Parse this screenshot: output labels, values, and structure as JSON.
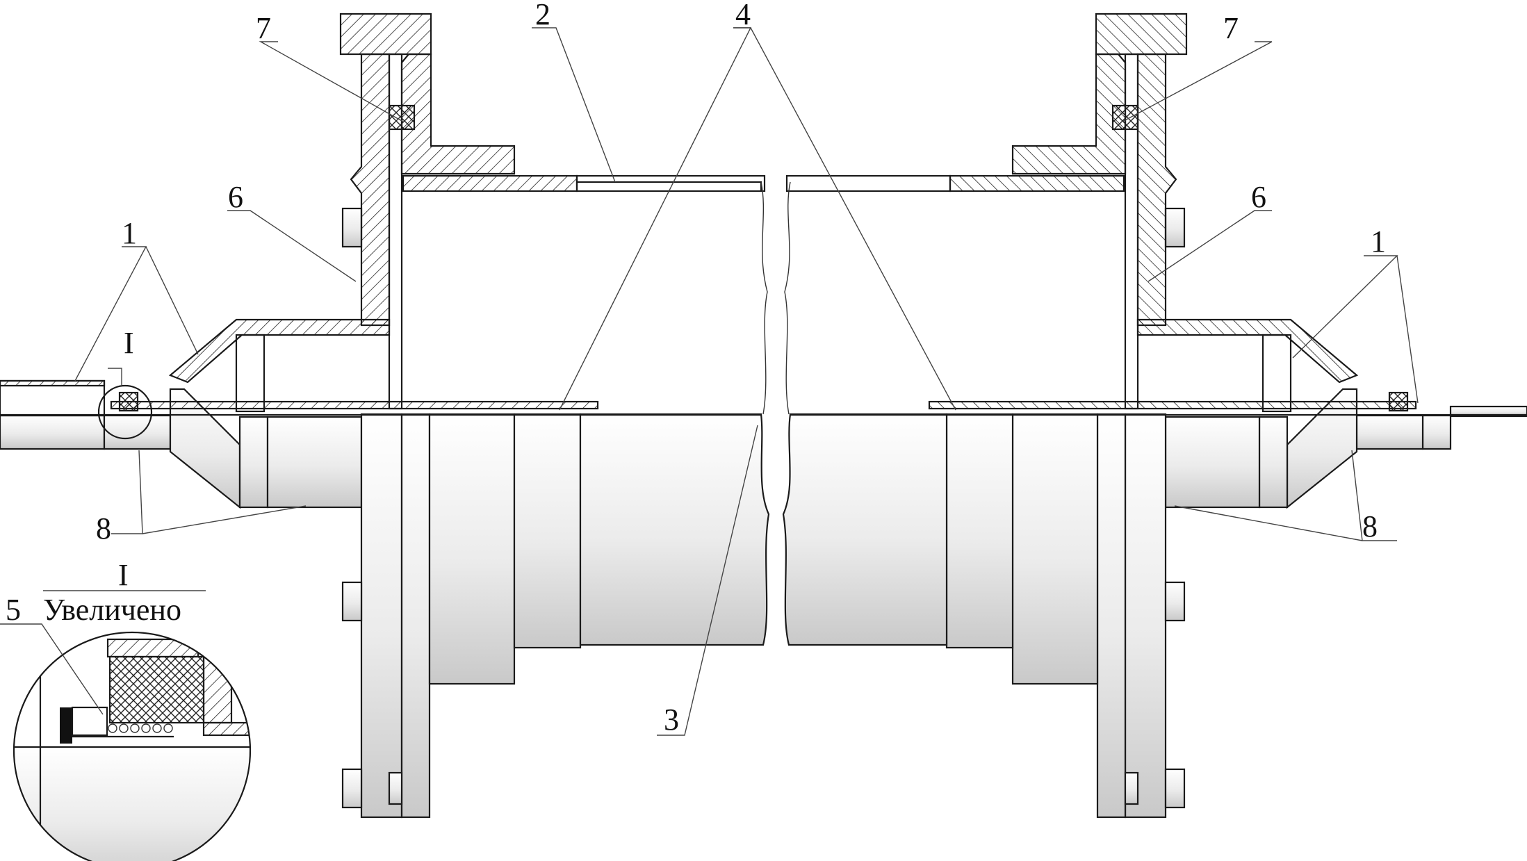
{
  "callouts": {
    "c1": "1",
    "c2": "2",
    "c3": "3",
    "c4": "4",
    "c5": "5",
    "c6": "6",
    "c7": "7",
    "c8": "8",
    "detail_mark": "I"
  },
  "detail": {
    "mark": "I",
    "caption": "Увеличено"
  }
}
